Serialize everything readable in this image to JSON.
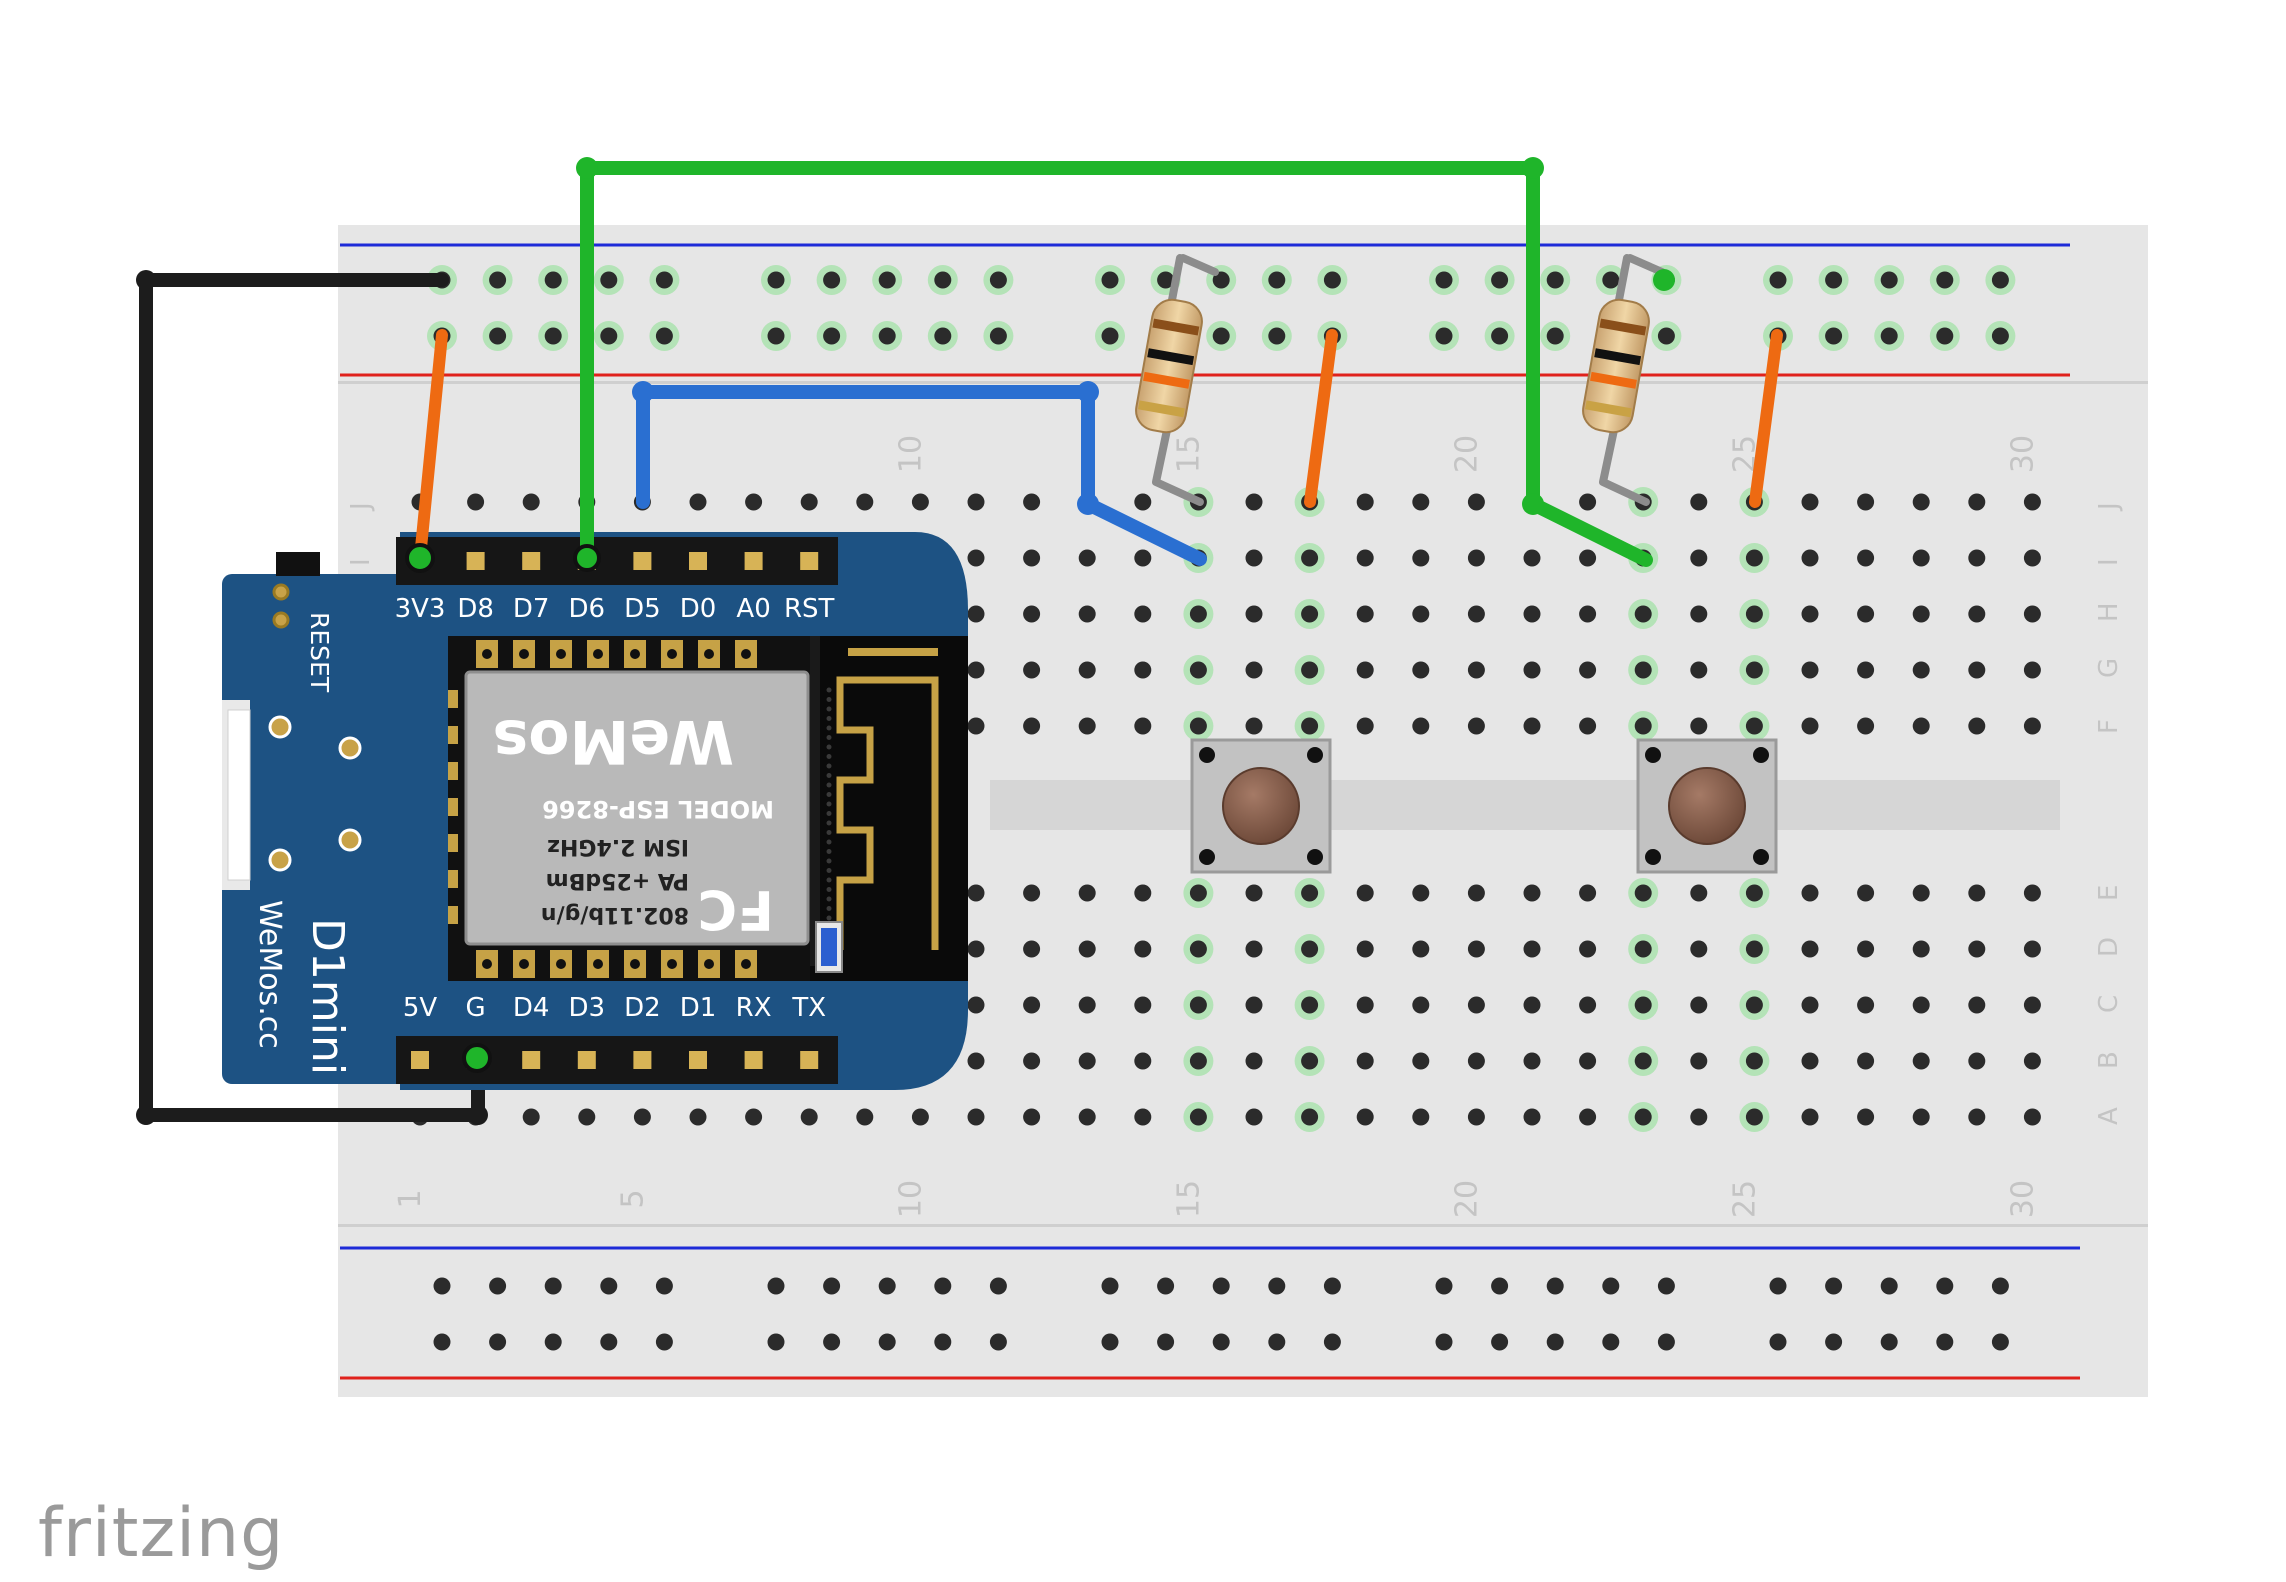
{
  "board": {
    "pins_top": [
      "3V3",
      "D8",
      "D7",
      "D6",
      "D5",
      "D0",
      "A0",
      "RST"
    ],
    "pins_bottom": [
      "5V",
      "G",
      "D4",
      "D3",
      "D2",
      "D1",
      "RX",
      "TX"
    ],
    "reset_label": "RESET",
    "name": "D1mini",
    "site": "WeMos.cc",
    "module": {
      "logo": "WeMos",
      "model": "MODEL  ESP-8266",
      "ism": "ISM 2.4GHz",
      "pa": "PA +25dBm",
      "wifi": "802.11b/g/n",
      "fc": "FC"
    }
  },
  "breadboard": {
    "row_letters_top": [
      "J",
      "I",
      "H",
      "G",
      "F"
    ],
    "row_letters_bottom": [
      "E",
      "D",
      "C",
      "B",
      "A"
    ],
    "column_numbers_top": [
      "10",
      "15",
      "20",
      "25",
      "30"
    ],
    "column_numbers_bottom": [
      "1",
      "5",
      "10",
      "15",
      "20",
      "25",
      "30"
    ]
  },
  "colors": {
    "wire_green": "#1fb52a",
    "wire_blue": "#2a6fd1",
    "wire_orange": "#ee6a12",
    "wire_black": "#1c1c1c",
    "board_blue": "#1d5283",
    "rail_red": "#e0221c",
    "rail_blue": "#1e2bd8"
  },
  "footer": {
    "brand": "fritzing"
  }
}
